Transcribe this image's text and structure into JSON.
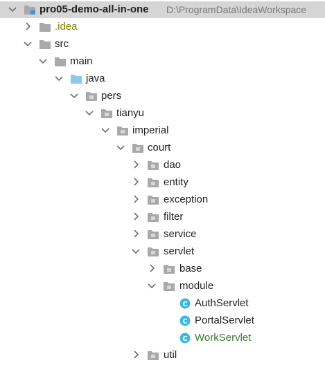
{
  "colors": {
    "folder": "#a7a9ab",
    "source_folder": "#8ec8ea",
    "class_fill": "#40b6e0",
    "chevron": "#6e6e6e",
    "selected_row": "#d5d5d5",
    "excluded_text": "#808000",
    "modified_text": "#3a7f2a"
  },
  "tree": {
    "root": {
      "label": "pro05-demo-all-in-one",
      "path": "D:\\ProgramData\\IdeaWorkspace",
      "icon": "module-folder-icon",
      "expanded": true
    },
    "nodes": [
      {
        "label": ".idea",
        "icon": "folder-icon",
        "expanded": false
      },
      {
        "label": "src",
        "icon": "folder-icon",
        "expanded": true
      },
      {
        "label": "main",
        "icon": "folder-icon",
        "expanded": true
      },
      {
        "label": "java",
        "icon": "source-folder-icon",
        "expanded": true
      },
      {
        "label": "pers",
        "icon": "package-icon",
        "expanded": true
      },
      {
        "label": "tianyu",
        "icon": "package-icon",
        "expanded": true
      },
      {
        "label": "imperial",
        "icon": "package-icon",
        "expanded": true
      },
      {
        "label": "court",
        "icon": "package-icon",
        "expanded": true
      },
      {
        "label": "dao",
        "icon": "package-icon",
        "expanded": false
      },
      {
        "label": "entity",
        "icon": "package-icon",
        "expanded": false
      },
      {
        "label": "exception",
        "icon": "package-icon",
        "expanded": false
      },
      {
        "label": "filter",
        "icon": "package-icon",
        "expanded": false
      },
      {
        "label": "service",
        "icon": "package-icon",
        "expanded": false
      },
      {
        "label": "servlet",
        "icon": "package-icon",
        "expanded": true
      },
      {
        "label": "base",
        "icon": "package-icon",
        "expanded": false
      },
      {
        "label": "module",
        "icon": "package-icon",
        "expanded": true
      },
      {
        "label": "AuthServlet",
        "icon": "class-icon",
        "letter": "C"
      },
      {
        "label": "PortalServlet",
        "icon": "class-icon",
        "letter": "C"
      },
      {
        "label": "WorkServlet",
        "icon": "class-icon",
        "letter": "C"
      },
      {
        "label": "util",
        "icon": "package-icon",
        "expanded": false
      }
    ]
  }
}
